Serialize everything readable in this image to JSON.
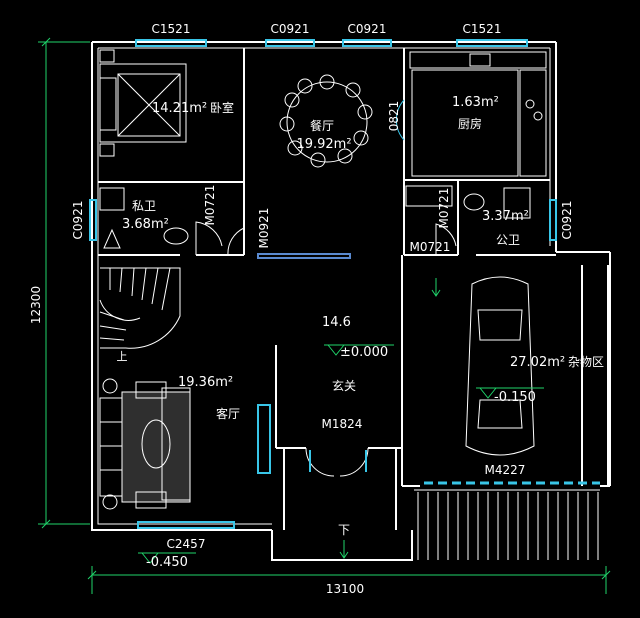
{
  "colors": {
    "background": "#000000",
    "wall": "#ffffff",
    "window": "#39c6e8",
    "dimension": "#1fd36a",
    "furniture": "#ffffff",
    "level_mark": "#1fd36a"
  },
  "windows": {
    "top_left": "C1521",
    "top_mid_left": "C0921",
    "top_mid_right": "C0921",
    "top_right": "C1521",
    "left_bath": "C0921",
    "right_bath": "C0921",
    "bottom_living": "C2457"
  },
  "doors": {
    "master_bath": "M0721",
    "dining_side": "M0921",
    "kitchen": "0821",
    "public_bath": "M0721",
    "public_bath_2": "M0721",
    "entrance": "M1824",
    "garage": "M4227"
  },
  "rooms": {
    "bedroom": {
      "area": "14.21m²",
      "name": "卧室"
    },
    "dining": {
      "name": "餐厅",
      "area": "19.92m²"
    },
    "kitchen": {
      "area": "1.63m²",
      "name": "厨房"
    },
    "private_bath": {
      "name": "私卫",
      "area": "3.68m²"
    },
    "public_bath": {
      "area": "3.37m²",
      "name": "公卫"
    },
    "foyer": {
      "area": "14.6",
      "name": "玄关"
    },
    "living": {
      "area": "19.36m²",
      "name": "客厅"
    },
    "storage": {
      "area": "27.02m²",
      "name": "杂物区"
    }
  },
  "levels": {
    "foyer": "±0.000",
    "garage": "-0.150",
    "outdoor": "-0.450"
  },
  "stairs": {
    "down_label": "下",
    "up_label": "上"
  },
  "dimensions": {
    "vertical": "12300",
    "horizontal": "13100"
  }
}
